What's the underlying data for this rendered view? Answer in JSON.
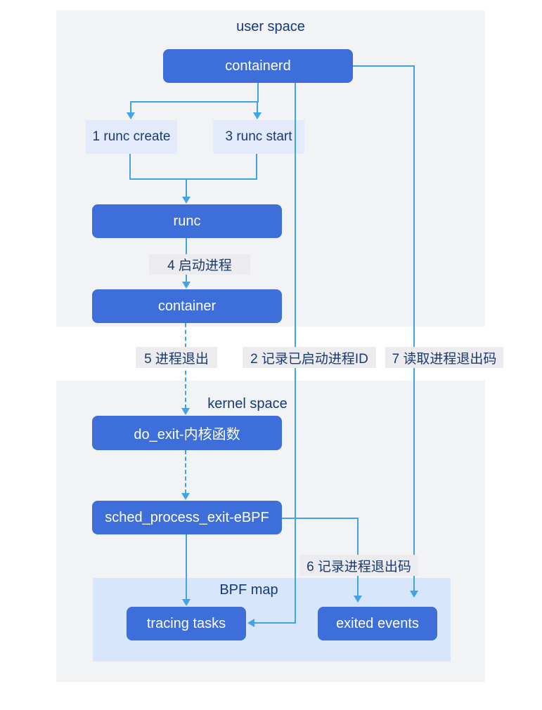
{
  "diagram": {
    "sections": {
      "user_space": {
        "title": "user space"
      },
      "kernel_space": {
        "title": "kernel space"
      },
      "bpf_map": {
        "title": "BPF map"
      }
    },
    "nodes": {
      "containerd": "containerd",
      "runc": "runc",
      "container": "container",
      "do_exit": "do_exit-内核函数",
      "sched_process_exit": "sched_process_exit-eBPF",
      "tracing_tasks": "tracing tasks",
      "exited_events": "exited events"
    },
    "step_labels": {
      "step1": "1 runc create",
      "step2": "2 记录已启动进程ID",
      "step3": "3 runc start",
      "step4": "4 启动进程",
      "step5": "5 进程退出",
      "step6": "6 记录进程退出码",
      "step7": "7 读取进程退出码"
    },
    "colors": {
      "node_fill": "#3d6ed9",
      "node_text": "#ffffff",
      "arrow": "#41a4e6",
      "section_bg": "#f2f3f4",
      "bpf_bg": "#d7e6fb",
      "label_blue": "#e3eafb",
      "label_gray": "#ececee",
      "title_text": "#14397d",
      "label_text": "#1a3a70"
    }
  }
}
